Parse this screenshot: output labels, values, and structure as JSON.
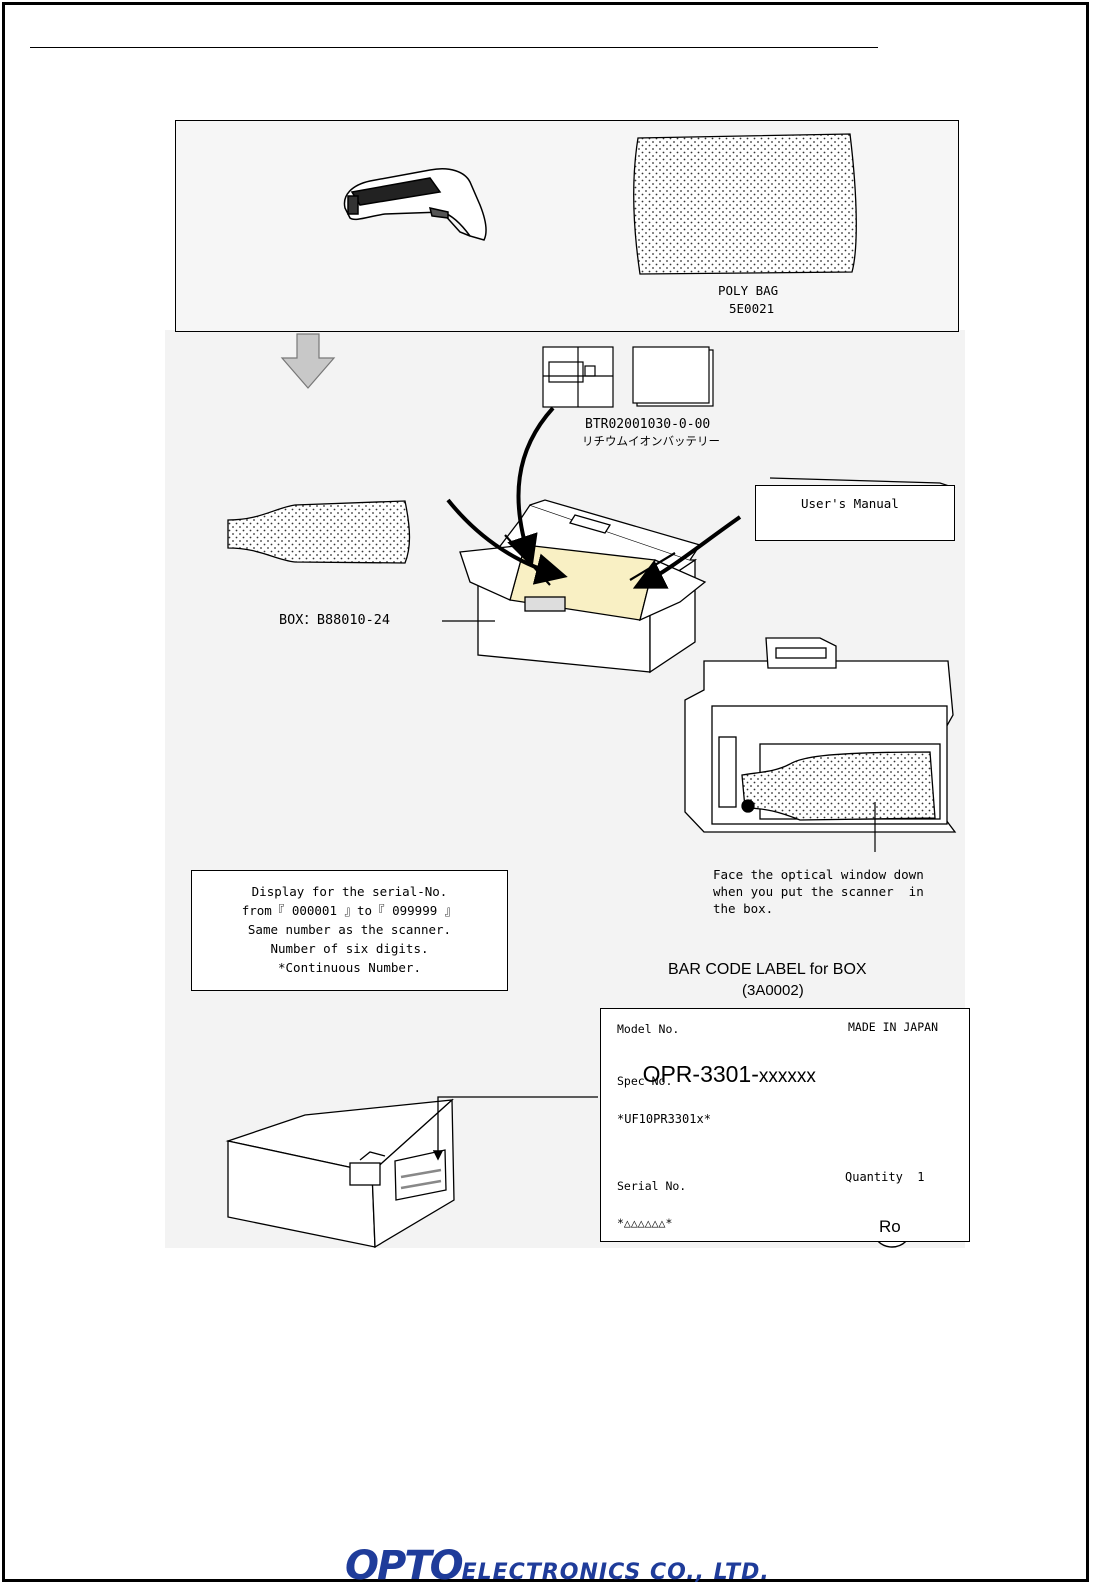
{
  "poly_bag": {
    "name": "POLY BAG",
    "code": "5E0021"
  },
  "battery": {
    "part": "BTR02001030-0-00",
    "jp_name": "リチウムイオンバッテリー"
  },
  "manual": {
    "label": "User's Manual"
  },
  "box": {
    "label": "BOX：B88010-24"
  },
  "instruction": {
    "lines": [
      "Face the optical window down",
      "when you put the scanner  in",
      "the box."
    ]
  },
  "serial_note": {
    "lines": [
      "Display for the serial-No.",
      "from『 000001 』to『 099999 』",
      "Same number as the scanner.",
      "Number of six digits.",
      "*Continuous Number."
    ]
  },
  "barcode_label": {
    "title": "BAR CODE LABEL for BOX",
    "code": "(3A0002)",
    "model_caption": "Model No.",
    "made_in": "MADE IN JAPAN",
    "model_value": "OPR-3301-",
    "model_suffix": "xxxxxx",
    "spec_caption": "Spec No.",
    "spec_text": "*UF10PR3301x*",
    "quantity": "Quantity  1",
    "serial_caption": "Serial No.",
    "serial_text": "*△△△△△△*",
    "badge": "Ro"
  },
  "footer": {
    "logo_big": "OPTO",
    "logo_small": "ELECTRONICS CO., LTD."
  }
}
